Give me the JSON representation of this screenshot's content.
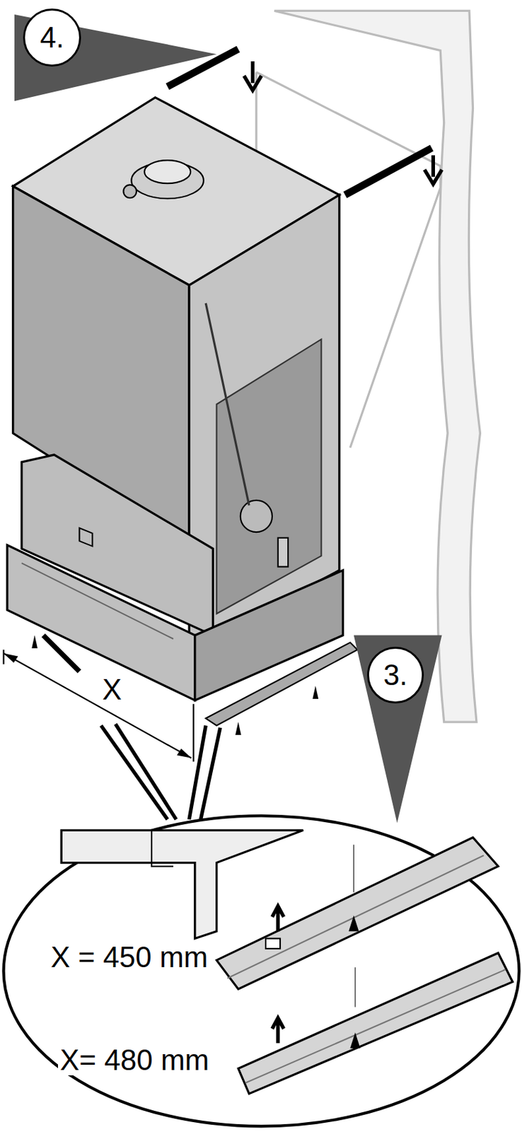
{
  "diagram": {
    "nodes": [
      {
        "text": [
          "4."
        ]
      },
      {
        "text": [
          "3."
        ]
      }
    ],
    "labels": [
      "X",
      "X = 450 mm",
      "X= 480 mm"
    ]
  }
}
